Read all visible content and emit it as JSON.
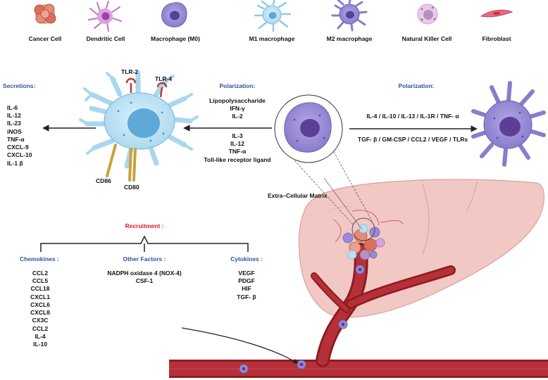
{
  "legend": {
    "cancer": "Cancer Cell",
    "dendritic": "Dendritic Cell",
    "macrophage_m0": "Macrophage (M0)",
    "m1": "M1 macrophage",
    "m2": "M2 macrophage",
    "nk": "Natural Killer Cell",
    "fibroblast": "Fibroblast"
  },
  "m1_cell": {
    "receptor_left": "TLR-2",
    "receptor_right": "TLR-4",
    "marker_left": "CD86",
    "marker_right": "CD80"
  },
  "secretions": {
    "title": "Secretions:",
    "items": [
      "IL-6",
      "IL-12",
      "IL-23",
      "iNOS",
      "TNF-α",
      "CXCL-9",
      "CXCL-10",
      "IL-1 β"
    ]
  },
  "polarization_m1": {
    "title": "Polarization:",
    "group_a": [
      "Lipopolysaccharide",
      "IFN-γ",
      "IL-2"
    ],
    "group_b": [
      "IL-3",
      "IL-12",
      "TNF-α",
      "Toll-like receptor ligand"
    ]
  },
  "polarization_m2": {
    "title": "Polarization:",
    "line1": "IL-4 / IL-10 / IL-13 / IL-1R / TNF- α",
    "line2": "TGF- β / GM-CSP / CCL2 / VEGF / TLRs"
  },
  "ecm_label": "Extra–Cellular Matrix",
  "recruitment": {
    "title": "Recruitment :",
    "chemokines": {
      "title": "Chemokines :",
      "items": [
        "CCL2",
        "CCL5",
        "CCL18",
        "CXCL1",
        "CXCL6",
        "CXCL8",
        "CX3C",
        "CCL2",
        "IL-4",
        "IL-10"
      ]
    },
    "other": {
      "title": "Other Factors :",
      "items": [
        "NADPH oxidase 4 (NOX-4)",
        "CSF-1"
      ]
    },
    "cytokines": {
      "title": "Cytokines :",
      "items": [
        "VEGF",
        "PDGF",
        "HIF",
        "TGF- β"
      ]
    }
  },
  "colors": {
    "accent_blue": "#2e5597",
    "recruitment_red": "#e0141e",
    "macrophage_purple": "#9c8fd6",
    "m1_blue": "#b9e0f2",
    "liver_pink": "#f1c8c4",
    "vessel_red": "#8e1b1e"
  }
}
